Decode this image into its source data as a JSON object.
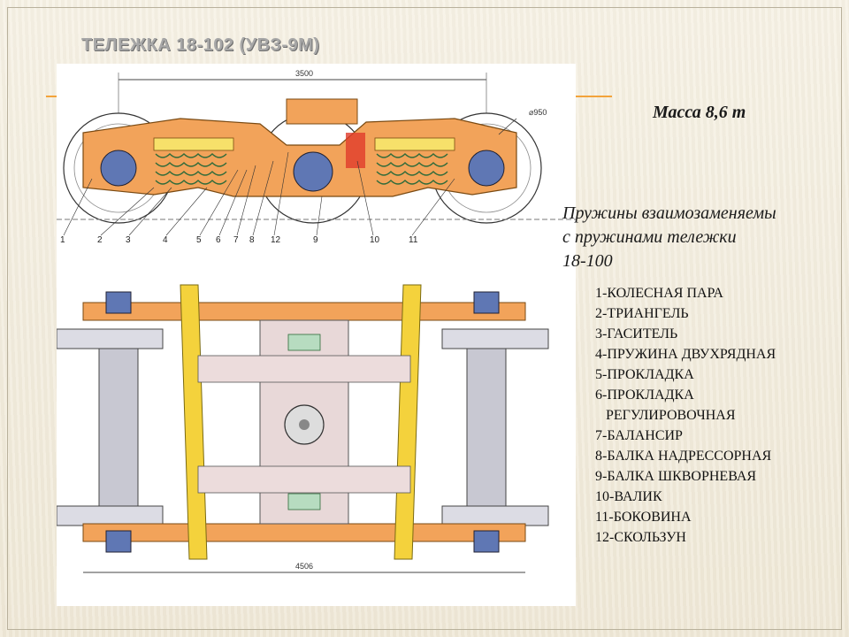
{
  "title": "ТЕЛЕЖКА 18-102 (УВЗ-9М)",
  "mass": "Масса 8,6 т",
  "springs_note": [
    "Пружины взаимозаменяемы",
    "с пружинами тележки",
    "18-100"
  ],
  "legend": [
    "1-КОЛЕСНАЯ ПАРА",
    "2-ТРИАНГЕЛЬ",
    "3-ГАСИТЕЛЬ",
    "4-ПРУЖИНА ДВУХРЯДНАЯ",
    "5-ПРОКЛАДКА",
    "6-ПРОКЛАДКА",
    "РЕГУЛИРОВОЧНАЯ",
    "7-БАЛАНСИР",
    "8-БАЛКА НАДРЕССОРНАЯ",
    "9-БАЛКА ШКВОРНЕВАЯ",
    "10-ВАЛИК",
    "11-БОКОВИНА",
    "12-СКОЛЬЗУН"
  ],
  "drawing": {
    "dim_top": "3500",
    "dim_bottom": "4506",
    "wheel_diameter": "⌀950",
    "callouts": [
      "1",
      "2",
      "3",
      "4",
      "5",
      "6",
      "7",
      "8",
      "12",
      "9",
      "10",
      "11"
    ]
  },
  "colors": {
    "accent_line": "#f3a33b",
    "frame_orange": "#f2a35a",
    "frame_yellow": "#f4d23c",
    "bearing_blue": "#5f77b4",
    "axle_grey": "#c8c8d2"
  }
}
